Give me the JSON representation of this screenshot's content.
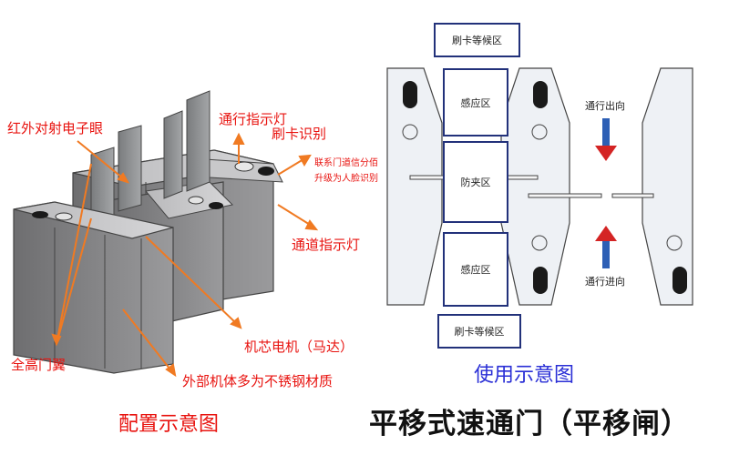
{
  "left_diagram": {
    "labels": {
      "red_sensor": "红外对射电子眼",
      "pass_light": "通行指示灯",
      "card_reader": "刷卡识别",
      "upgrade_1": "联系门道信分佰",
      "upgrade_2": "升级为人脸识别",
      "lane_light": "通道指示灯",
      "full_wing": "全高门翼",
      "motor": "机芯电机（马达）",
      "housing": "外部机体多为不锈钢材质"
    },
    "caption": "配置示意图"
  },
  "right_diagram": {
    "wait_top": "刷卡等候区",
    "wait_bottom": "刷卡等候区",
    "sense_top": "感应区",
    "anti_pinch": "防夹区",
    "sense_bottom": "感应区",
    "exit_dir": "通行出向",
    "enter_dir": "通行进向",
    "caption": "使用示意图"
  },
  "main_title": "平移式速通门（平移闸）",
  "colors": {
    "label_red": "#e8130f",
    "caption_red": "#e8130f",
    "caption_blue": "#2a2fd6",
    "zone_border": "#22317a",
    "arrow_orange": "#f07a22",
    "arrow_red": "#d42424",
    "arrow_blue": "#2d5fb5"
  }
}
